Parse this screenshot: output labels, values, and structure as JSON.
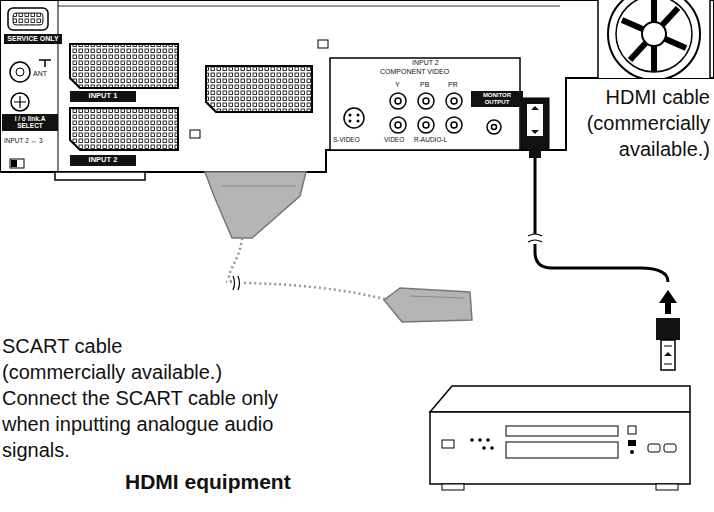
{
  "diagram": {
    "nodes": [
      {
        "text": [
          "HDMI equipment"
        ]
      }
    ],
    "edges": [],
    "labels": [
      "SERVICE ONLY",
      "ANT",
      "INPUT 1",
      "i / o link.A SELECT",
      "INPUT 2 ↔ 3",
      "INPUT 2",
      "INPUT 2",
      "COMPONENT VIDEO",
      "Y",
      "PB",
      "PR",
      "S-VIDEO",
      "VIDEO",
      "R-AUDIO-L",
      "MONITOR OUTPUT",
      "HDMI cable (commercially available.)",
      "SCART cable (commercially available.)",
      "Connect the SCART cable only when inputting analogue audio signals."
    ]
  }
}
